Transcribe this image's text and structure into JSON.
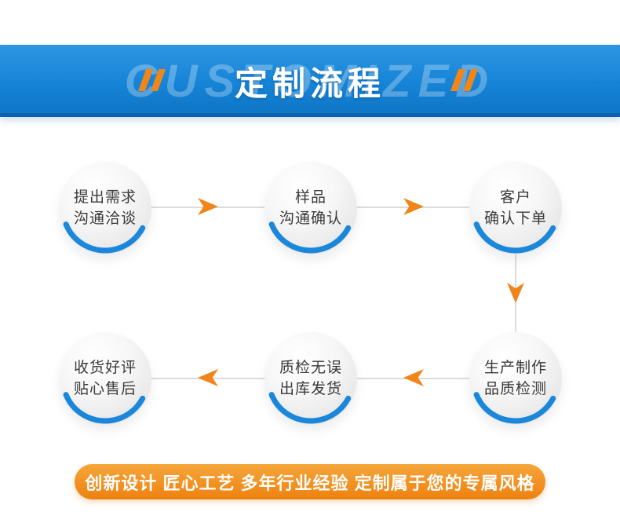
{
  "banner": {
    "watermark": "CUSTOMIZED",
    "title": "定制流程"
  },
  "steps": [
    {
      "line1": "提出需求",
      "line2": "沟通洽谈"
    },
    {
      "line1": "样品",
      "line2": "沟通确认"
    },
    {
      "line1": "客户",
      "line2": "确认下单"
    },
    {
      "line1": "生产制作",
      "line2": "品质检测"
    },
    {
      "line1": "质检无误",
      "line2": "出库发货"
    },
    {
      "line1": "收货好评",
      "line2": "贴心售后"
    }
  ],
  "footer": {
    "text": "创新设计 匠心工艺 多年行业经验 定制属于您的专属风格"
  },
  "colors": {
    "banner_blue": "#1583d6",
    "arc_blue": "#1b87da",
    "accent_orange": "#f08519",
    "circle_gray": "#e6e6e6"
  }
}
